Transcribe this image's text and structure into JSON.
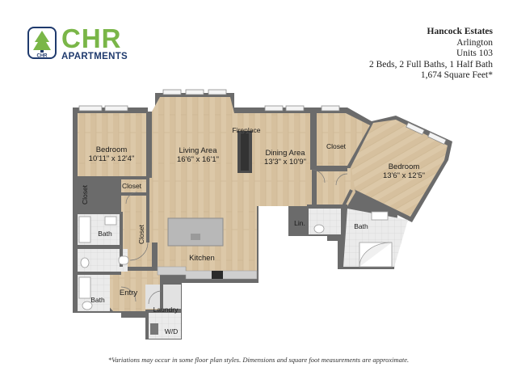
{
  "logo": {
    "brand": "CHR",
    "sub": "APARTMENTS",
    "badge_text": "CHR",
    "colors": {
      "green": "#7ab648",
      "navy": "#1f3a6d"
    }
  },
  "property": {
    "name": "Hancock Estates",
    "city": "Arlington",
    "unit": "Units 103",
    "layout": "2 Beds, 2 Full Baths, 1 Half Bath",
    "size": "1,674 Square Feet*"
  },
  "rooms": {
    "bedroom1": {
      "name": "Bedroom",
      "dims": "10'11\" x 12'4\""
    },
    "living": {
      "name": "Living Area",
      "dims": "16'6\" x 16'1\""
    },
    "fireplace": "Fireplace",
    "dining": {
      "name": "Dining Area",
      "dims": "13'3\" x 10'9\""
    },
    "closet_top": "Closet",
    "bedroom2": {
      "name": "Bedroom",
      "dims": "13'6\" x 12'5\""
    },
    "closet_small": "Closet",
    "closet_left": "Closet",
    "closet_mid": "Closet",
    "bath1": "Bath",
    "bath2": "Bath",
    "bath3": "Bath",
    "kitchen": "Kitchen",
    "entry": "Entry",
    "laundry": "Laundry",
    "wd": "W/D",
    "linen": "Lin."
  },
  "footer": "*Variations may occur in some floor plan styles.  Dimensions and square foot measurements are approximate."
}
